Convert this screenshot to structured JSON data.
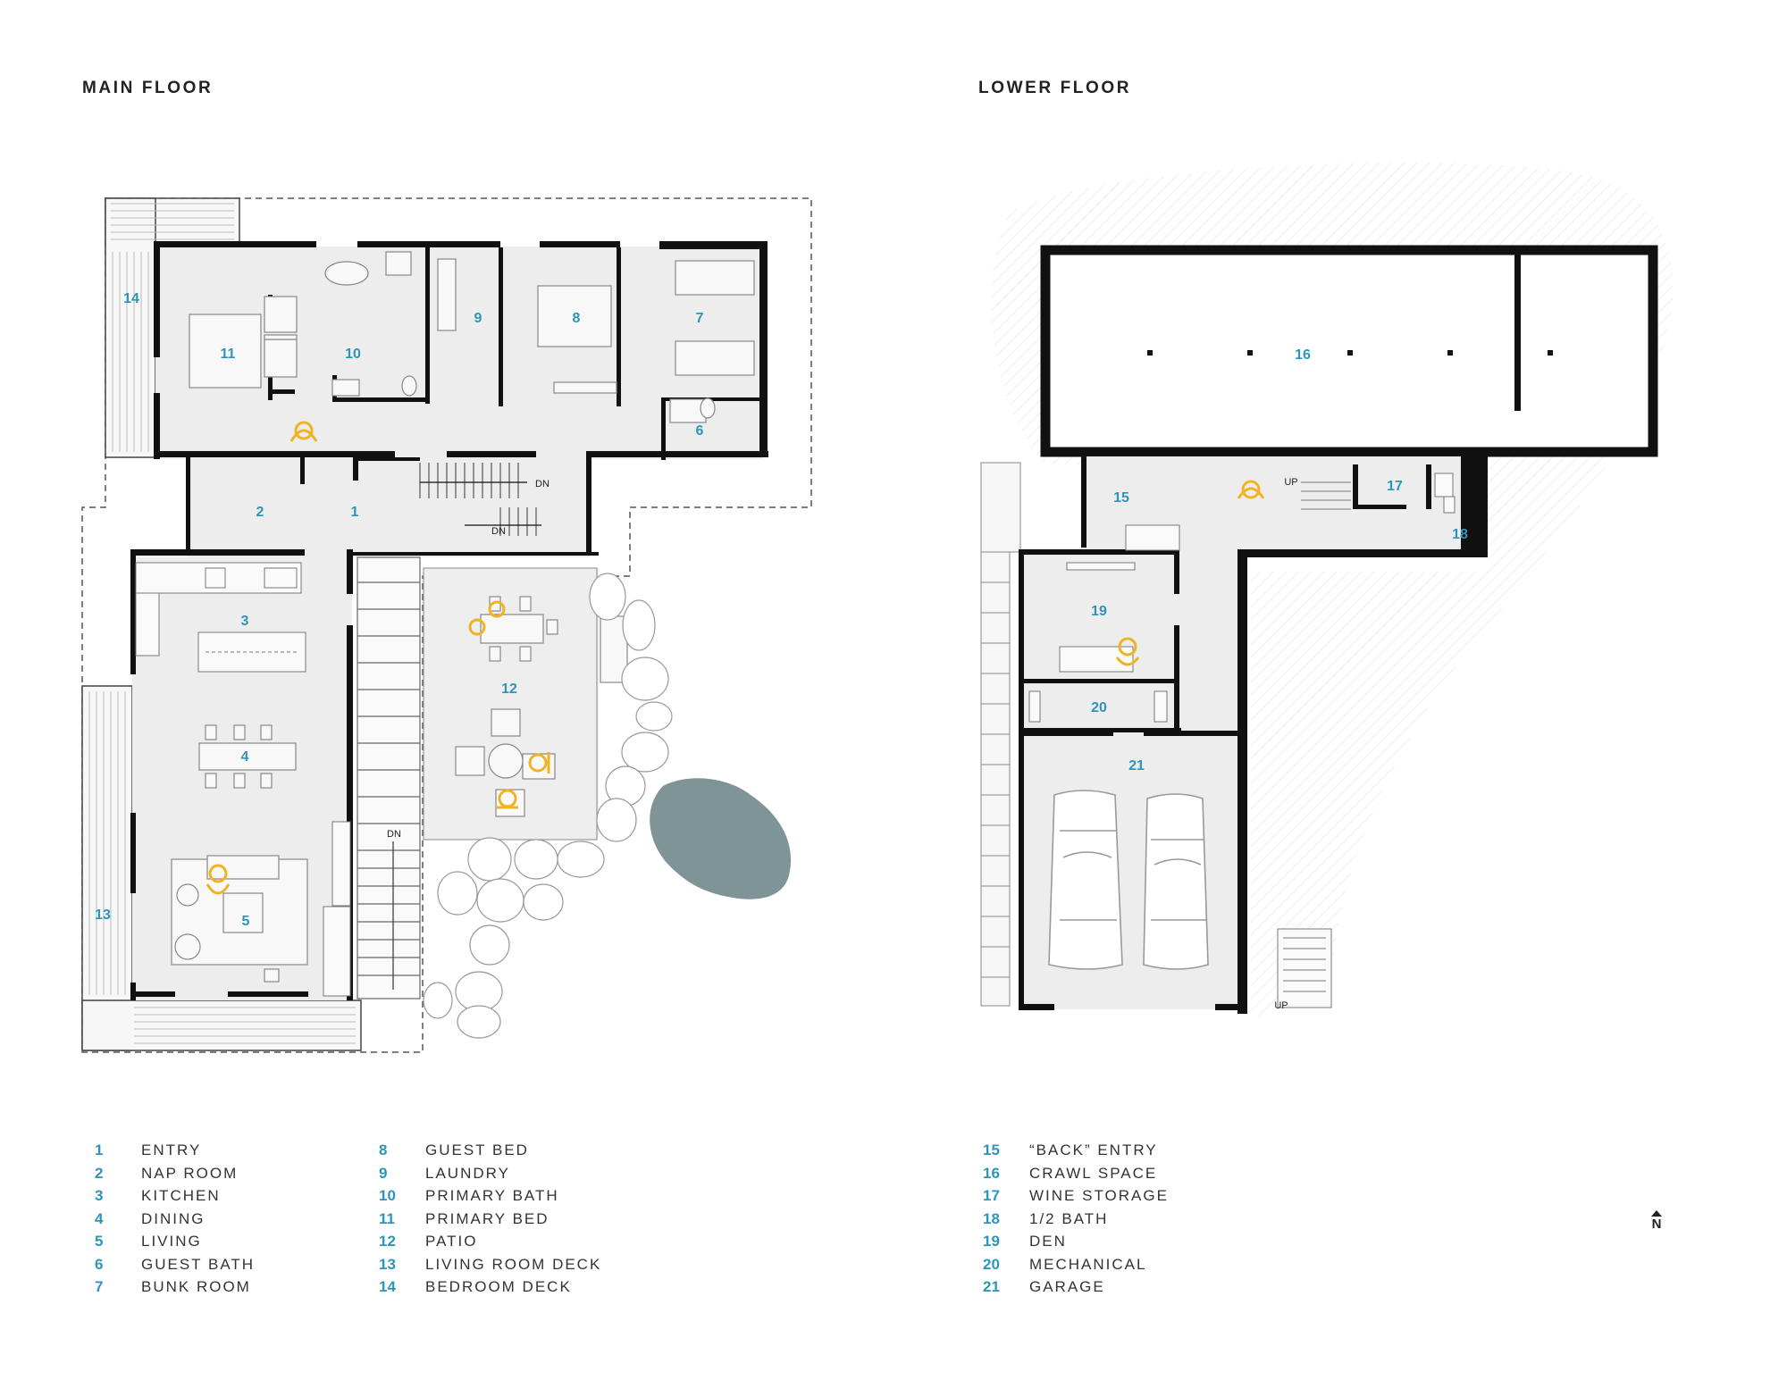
{
  "titles": {
    "main_floor": "MAIN FLOOR",
    "lower_floor": "LOWER FLOOR"
  },
  "stair_labels": {
    "dn_1": "DN",
    "dn_2": "DN",
    "dn_3": "DN",
    "up_1": "UP",
    "up_2": "UP"
  },
  "north_label": "N",
  "colors": {
    "room_number": "#2e95b8",
    "wall": "#111111",
    "floor_fill": "#ededed",
    "figure": "#f0b323",
    "pond": "#7f9496"
  },
  "rooms": [
    {
      "num": "1",
      "name": "ENTRY"
    },
    {
      "num": "2",
      "name": "NAP ROOM"
    },
    {
      "num": "3",
      "name": "KITCHEN"
    },
    {
      "num": "4",
      "name": "DINING"
    },
    {
      "num": "5",
      "name": "LIVING"
    },
    {
      "num": "6",
      "name": "GUEST BATH"
    },
    {
      "num": "7",
      "name": "BUNK ROOM"
    },
    {
      "num": "8",
      "name": "GUEST BED"
    },
    {
      "num": "9",
      "name": "LAUNDRY"
    },
    {
      "num": "10",
      "name": "PRIMARY BATH"
    },
    {
      "num": "11",
      "name": "PRIMARY BED"
    },
    {
      "num": "12",
      "name": "PATIO"
    },
    {
      "num": "13",
      "name": "LIVING ROOM DECK"
    },
    {
      "num": "14",
      "name": "BEDROOM DECK"
    },
    {
      "num": "15",
      "name": "“BACK” ENTRY"
    },
    {
      "num": "16",
      "name": "CRAWL SPACE"
    },
    {
      "num": "17",
      "name": "WINE STORAGE"
    },
    {
      "num": "18",
      "name": "1/2 BATH"
    },
    {
      "num": "19",
      "name": "DEN"
    },
    {
      "num": "20",
      "name": "MECHANICAL"
    },
    {
      "num": "21",
      "name": "GARAGE"
    }
  ]
}
